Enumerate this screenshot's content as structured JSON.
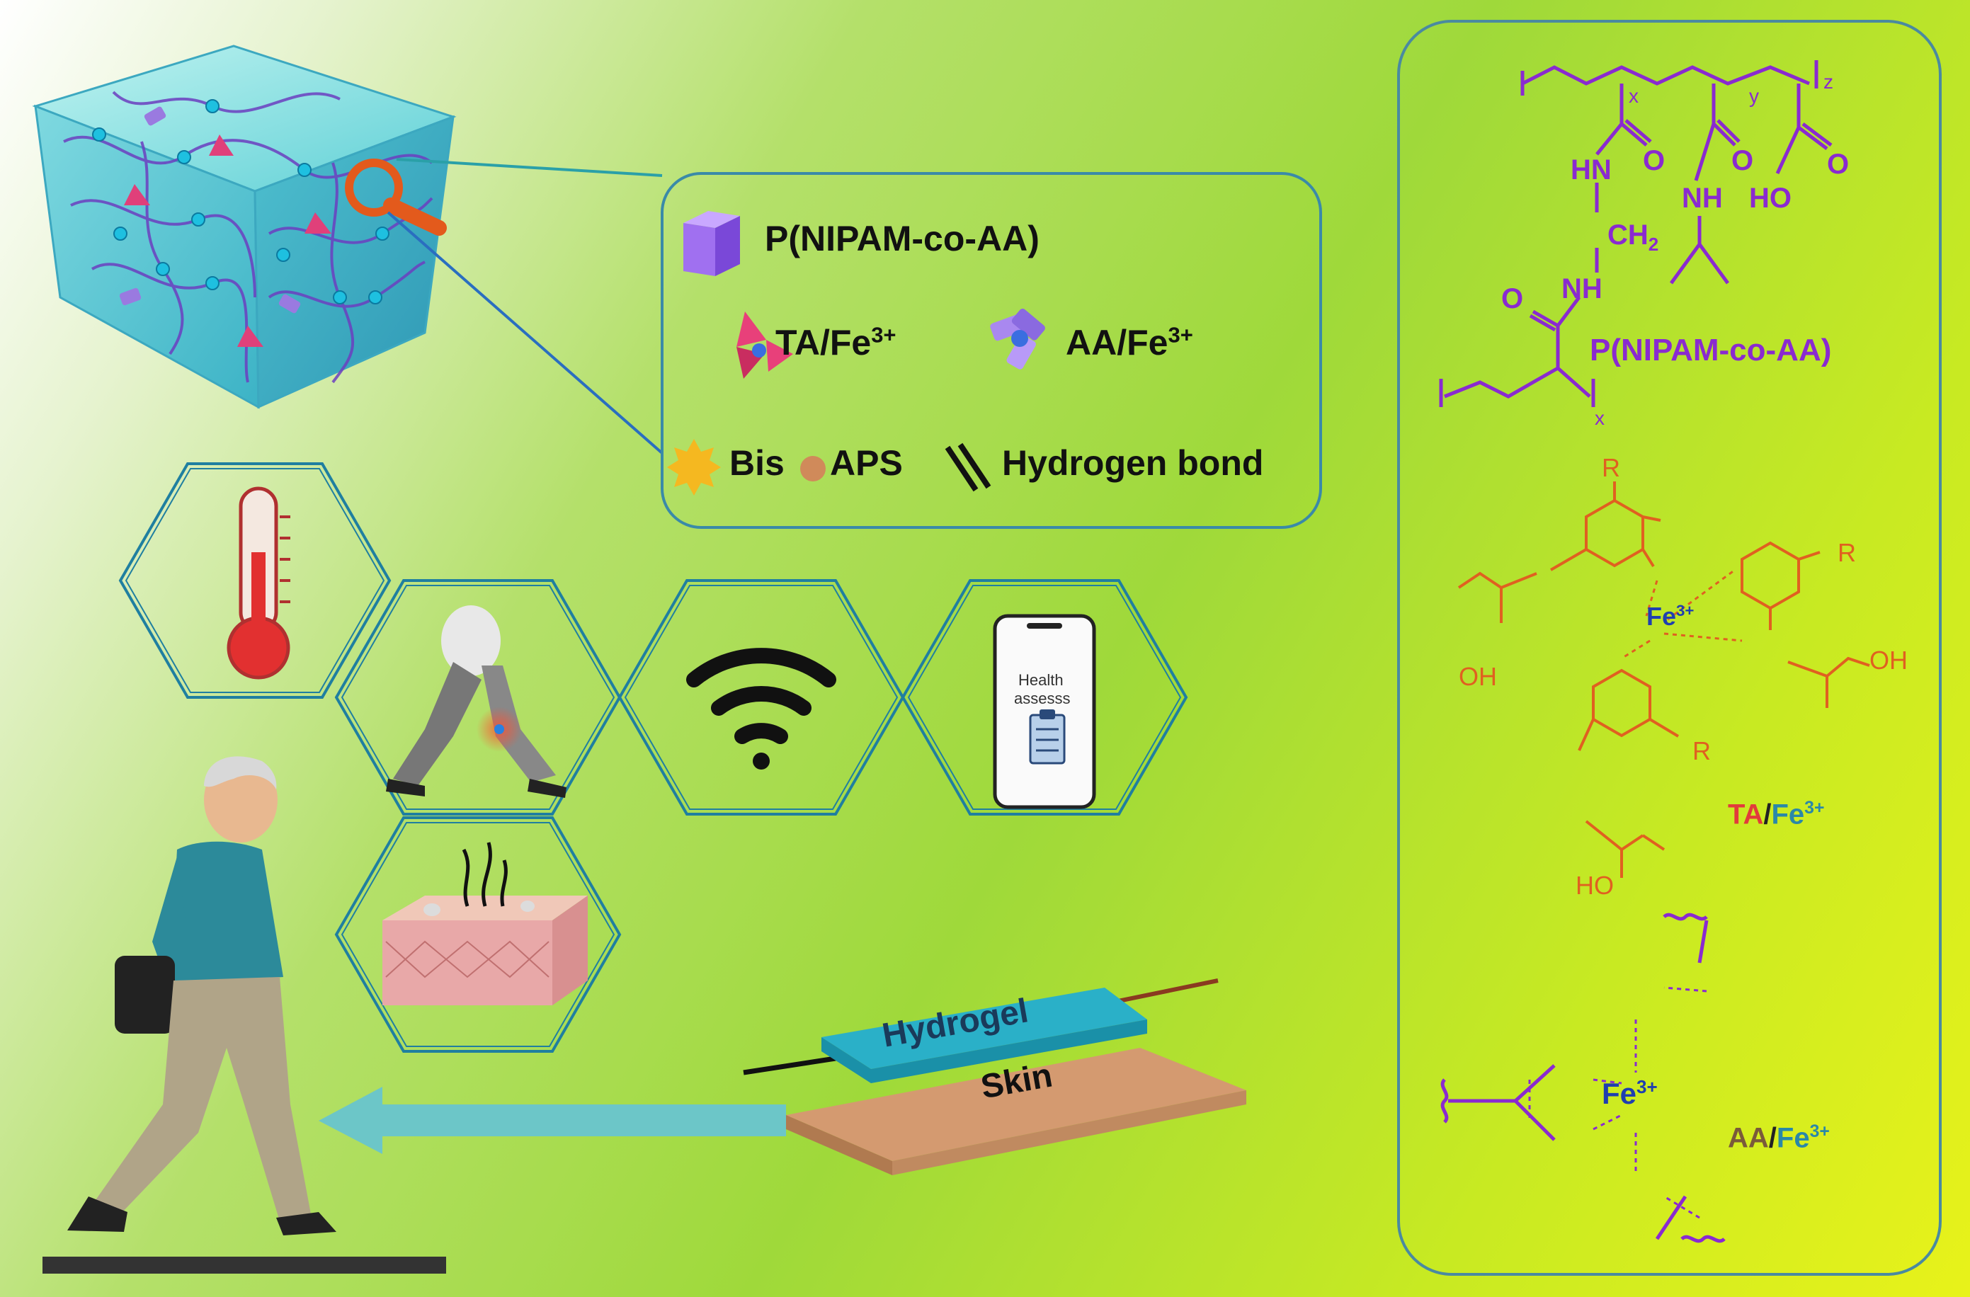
{
  "legend": {
    "polymer": "P(NIPAM-co-AA)",
    "ta_fe_prefix": "TA/Fe",
    "ta_fe_sup": "3+",
    "aa_fe_prefix": "AA/Fe",
    "aa_fe_sup": "3+",
    "bis": "Bis",
    "aps": "APS",
    "hbond": "Hydrogen bond"
  },
  "phone": {
    "line1": "Health",
    "line2": "assesss"
  },
  "device": {
    "hydrogel": "Hydrogel",
    "skin": "Skin"
  },
  "structures": {
    "p_label": "P(NIPAM-co-AA)",
    "x": "x",
    "y": "y",
    "z": "z",
    "x2": "x",
    "hn": "HN",
    "o1": "O",
    "o2": "O",
    "o3": "O",
    "nh1": "NH",
    "ho1": "HO",
    "ch2": "CH",
    "ch2_sub": "2",
    "nh2": "NH",
    "o4": "O",
    "r1": "R",
    "r2": "R",
    "r3": "R",
    "fe_ta": "Fe",
    "fe_ta_sup": "3+",
    "oh1": "OH",
    "oh2": "OH",
    "ho2": "HO",
    "ta_label_a": "TA",
    "ta_label_slash": "/",
    "ta_label_b": "Fe",
    "ta_label_sup": "3+",
    "fe_aa": "Fe",
    "fe_aa_sup": "3+",
    "aa_label_a": "AA",
    "aa_label_slash": "/",
    "aa_label_b": "Fe",
    "aa_label_sup": "3+"
  },
  "colors": {
    "polymer_purple": "#8a2ad0",
    "ta_orange": "#e06020",
    "fe_blue": "#1f3fb0",
    "hex_border": "#1f7fa0",
    "arrow": "#6cc6c8",
    "hydrogel": "#2ab0c8",
    "skin": "#d49a70"
  }
}
